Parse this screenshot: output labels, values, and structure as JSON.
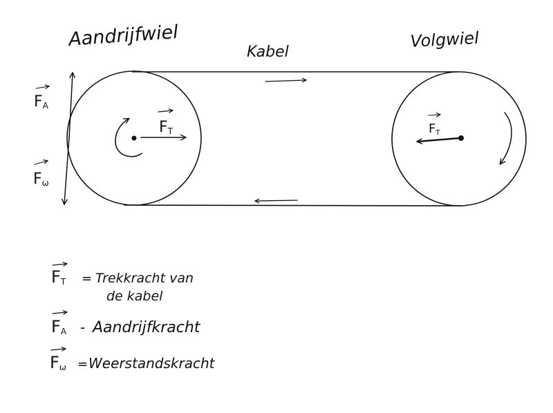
{
  "labels": {
    "drive_wheel": "Aandrijfwiel",
    "cable": "Kabel",
    "follower_wheel": "Volgwiel"
  },
  "forces": {
    "ft": {
      "letter": "F",
      "sub": "T"
    },
    "fa": {
      "letter": "F",
      "sub": "A"
    },
    "fw": {
      "letter": "F",
      "sub": "ω"
    }
  },
  "legend": {
    "ft_separator": "=",
    "ft_text_line1": "Trekkracht van",
    "ft_text_line2": "de kabel",
    "fa_separator": "-",
    "fa_text": "Aandrijfkracht",
    "fw_separator": "=",
    "fw_text": "Weerstandskracht"
  },
  "colors": {
    "ink": "#111111",
    "background": "#ffffff"
  }
}
